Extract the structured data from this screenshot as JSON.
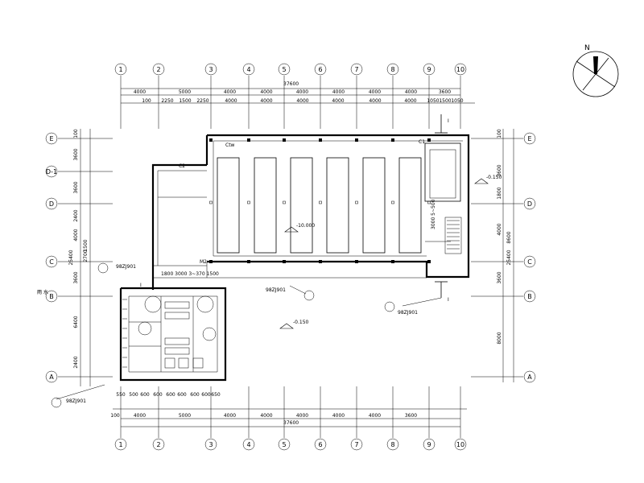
{
  "compass": {
    "north_label": "N"
  },
  "top_axes": [
    "1",
    "2",
    "3",
    "4",
    "5",
    "6",
    "7",
    "8",
    "9",
    "10"
  ],
  "bottom_axes": [
    "1",
    "2",
    "3",
    "4",
    "5",
    "6",
    "7",
    "8",
    "9",
    "10"
  ],
  "left_axes": [
    "E",
    "D-1",
    "D",
    "C",
    "B",
    "A"
  ],
  "right_axes": [
    "E",
    "D",
    "C",
    "B",
    "A"
  ],
  "top_dims": {
    "overall": "37600",
    "row1": [
      "4000",
      "5000",
      "4000",
      "4000",
      "4000",
      "4000",
      "4000",
      "4000",
      "3600"
    ],
    "row2": [
      "100",
      "2250",
      "1500",
      "2250",
      "4000",
      "4000",
      "4000",
      "4000",
      "4000",
      "4000",
      "1050",
      "1500",
      "1050"
    ]
  },
  "bottom_dims": {
    "overall": "37600",
    "row1": [
      "100",
      "4000",
      "5000",
      "4000",
      "4000",
      "4000",
      "4000",
      "4000",
      "3600"
    ],
    "row2": [
      "550",
      "500",
      "600",
      "600",
      "600",
      "600",
      "600",
      "600",
      "650"
    ]
  },
  "left_dims": [
    "100",
    "3600",
    "3600",
    "2400",
    "4000",
    "1500",
    "2700",
    "3600",
    "6400",
    "2400",
    "25400"
  ],
  "right_dims": [
    "100",
    "3600",
    "1800",
    "4000",
    "8600",
    "3600",
    "8000",
    "25400"
  ],
  "labels": {
    "room_upper": "Ctw",
    "elev_main": "-10.000",
    "elev_right": "-0.150",
    "elev_bottom": "-0.150",
    "section_mark": "I",
    "detail_ref_1": "98ZJ901",
    "detail_ref_2": "98ZJ901",
    "detail_ref_3": "98ZJ901",
    "detail_ref_4": "98ZJ901",
    "wall_dim_note": "1800 3000 3~370 1500",
    "stair_dims": "3000 5~500",
    "door_c1": "C1",
    "door_c2": "C2",
    "door_m2": "M2",
    "side_note": "雨 水"
  }
}
